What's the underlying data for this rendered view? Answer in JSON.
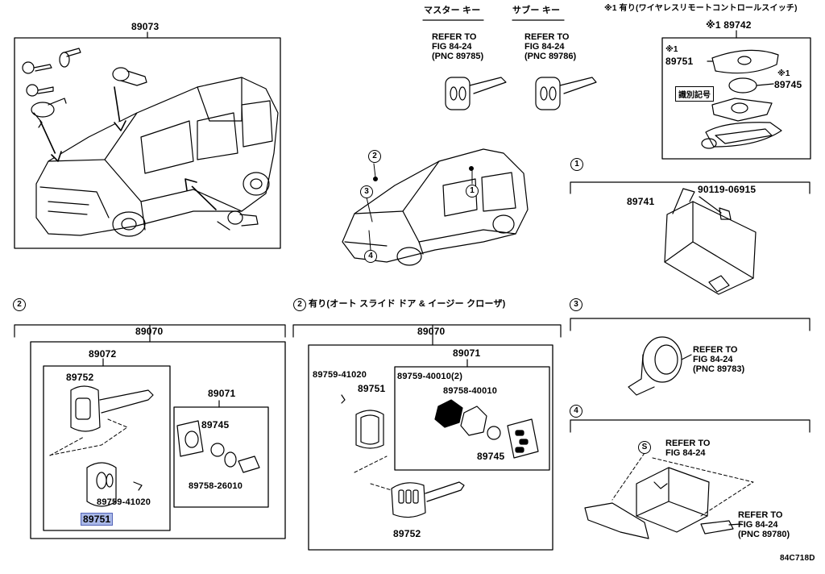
{
  "top_left": {
    "part": "89073"
  },
  "master_key": {
    "title": "マスター キー",
    "ref": "REFER TO\nFIG 84-24\n(PNC 89785)"
  },
  "sub_key": {
    "title": "サブー キー",
    "ref": "REFER TO\nFIG 84-24\n(PNC 89786)"
  },
  "wireless": {
    "note": "※1 有り(ワイヤレスリモートコントロールスイッチ)",
    "part_main": "※1 89742",
    "mark1": "※1",
    "part_cover": "89751",
    "mark2": "※1",
    "part_battery": "89745",
    "id_tag": "識別記号"
  },
  "center_car": {
    "callouts": [
      "2",
      "3",
      "1",
      "4"
    ]
  },
  "sec1": {
    "num": "1",
    "part_bracket": "89741",
    "part_bolt": "90119-06915"
  },
  "sec2": {
    "num": "2",
    "part_total": "89070",
    "part_key_set": "89072",
    "part_key": "89752",
    "part_key_sub": "89751",
    "part_screw": "89759-41020",
    "part_transmitter": "89071",
    "part_battery": "89745",
    "part_case": "89758-26010"
  },
  "sec2b": {
    "num": "2",
    "title": "有り(オート スライド ドア & イージー クローザ)",
    "part_total": "89070",
    "part_transmitter": "89071",
    "part_screw": "89759-41020",
    "part_cover": "89751",
    "part_screw2": "89759-40010(2)",
    "part_case": "89758-40010",
    "part_battery": "89745",
    "part_key": "89752"
  },
  "sec3": {
    "num": "3",
    "ref": "REFER TO\nFIG 84-24\n(PNC 89783)"
  },
  "sec4": {
    "num": "4",
    "s_mark": "S",
    "ref_s": "REFER TO\nFIG 84-24",
    "ref_b": "REFER TO\nFIG 84-24\n(PNC 89780)"
  },
  "code": "84C718D"
}
